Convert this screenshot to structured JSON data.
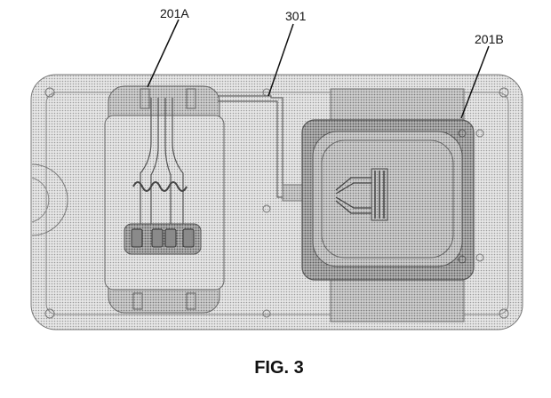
{
  "figure": {
    "caption": "FIG. 3",
    "labels": {
      "left_module": "201A",
      "connector": "301",
      "right_module": "201B"
    }
  },
  "colors": {
    "stipple_light": "#d4d4d4",
    "stipple_mid": "#bcbcbc",
    "stipple_dark": "#9a9a9a",
    "line": "#555555"
  }
}
